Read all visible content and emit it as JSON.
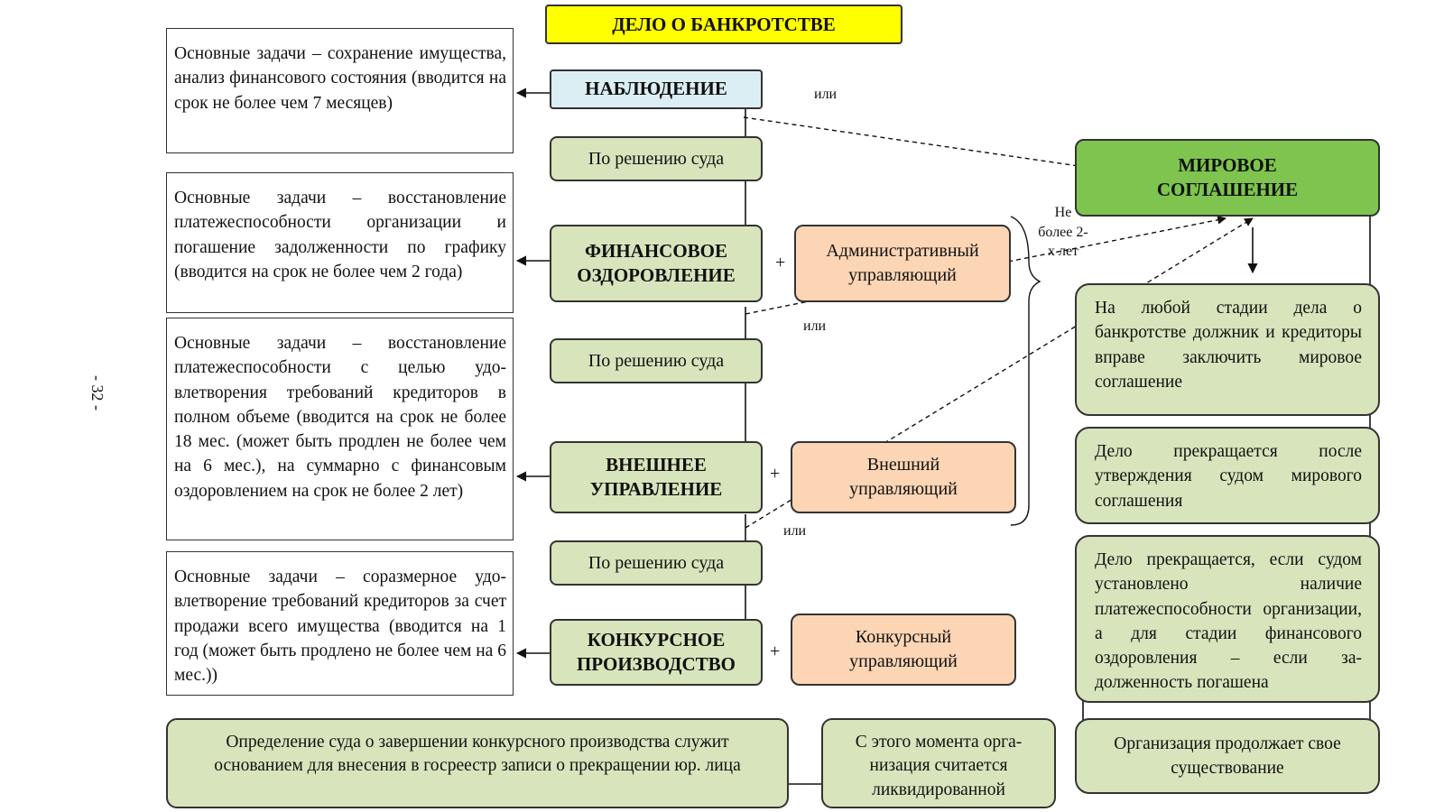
{
  "title": "ДЕЛО О БАНКРОТСТВЕ",
  "page_number": "- 32 -",
  "stages": {
    "observation": "НАБЛЮДЕНИЕ",
    "financial_recovery": "ФИНАНСОВОЕ ОЗДОРОВЛЕНИЕ",
    "external_management": "ВНЕШНЕЕ УПРАВЛЕНИЕ",
    "bankruptcy_proceedings": "КОНКУРСНОЕ ПРОИЗВОДСТВО"
  },
  "court_decision": "По решению суда",
  "managers": {
    "administrative": "Административный управляющий",
    "external": "Внешний управляющий",
    "bankruptcy": "Конкурсный управляющий"
  },
  "plus_sign": "+",
  "tasks": {
    "observation": "Основные задачи – сохранение иму­щества, анализ финансового состо­яния (вводится на срок не более чем 7 месяцев)",
    "financial_recovery": "Основные задачи – восстановление платежеспособности организации и погашение задолженности по графи­ку (вводится на срок не более чем 2 года)",
    "external_management": "Основные задачи – восстановление платежеспособности с целью удо­влетворения требований кредиторов в полном объеме (вводится на срок не более 18 мес. (может быть про­длен не более чем на 6 мес.), на сум­марно с финансовым оздоровлением на срок не более 2 лет)",
    "bankruptcy_proceedings": "Основные задачи – соразмерное удо­влетворение требований кредиторов за счет продажи всего имущества (вводится на 1 год (может быть про­длено не более чем на 6 мес.))"
  },
  "settlement": {
    "title": "МИРОВОЕ СОГЛАШЕНИЕ",
    "any_stage": "На любой стадии дела о банкротстве должник и кре­диторы вправе заключить мировое соглашение",
    "case_ends_approval": "Дело прекращается после утверждения судом мирового соглашения",
    "case_ends_solvency": "Дело прекращается, если су­дом установлено наличие платежеспособности органи­зации, а для стадии финансо­вого оздоровления – если за­долженность погашена",
    "org_continues": "Организация продолжает свое существование"
  },
  "labels": {
    "or": "или",
    "not_more_2_years": "Не более 2-х лет"
  },
  "bottom": {
    "court_ruling": "Определение суда о завершении конкурсного производства слу­жит основанием для внесения в госреестр записи о прекращении юр. лица",
    "liquidated": "С этого момента орга­низация считается ликвидированной"
  }
}
